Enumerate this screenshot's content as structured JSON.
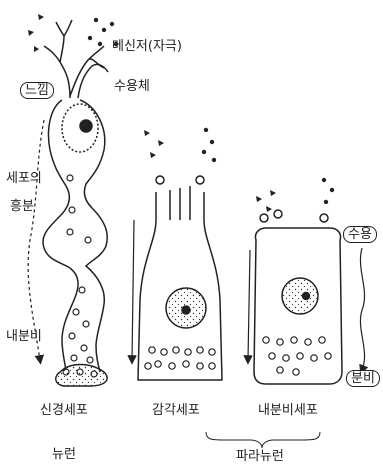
{
  "labels": {
    "messenger": "메신저(자극)",
    "receptor": "수용체",
    "sensation": "느낌",
    "excitation_line1": "세포의",
    "excitation_line2": "흥분",
    "secretion_left": "내분비",
    "receive": "수용",
    "secretion_right": "분비",
    "neuron_cell": "신경세포",
    "sensory_cell": "감각세포",
    "endocrine_cell": "내분비세포",
    "neuron": "뉴런",
    "paraneuron": "파라뉴런"
  }
}
